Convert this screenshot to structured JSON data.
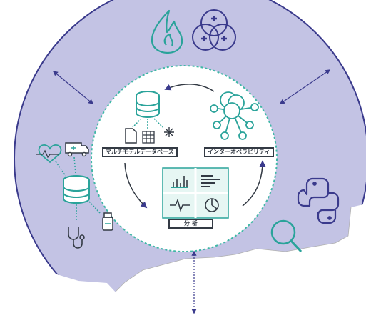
{
  "labels": {
    "multimodal_db": "マルチモデルデータベース",
    "interoperability": "インターオペラビリティ",
    "analysis": "分 析"
  },
  "colors": {
    "outer_ring": "#c3c3e4",
    "ring_stroke": "#3a3a8c",
    "inner_circle": "#ffffff",
    "inner_dash": "#3fb8a6",
    "icon_teal": "#2aa39a",
    "icon_navy": "#3a3a8c",
    "tile_fill": "#e6f6f3",
    "label_border": "#333a44"
  },
  "icons": [
    "flame-icon",
    "medical-cross-cluster-icon",
    "database-icon",
    "document-icon",
    "table-icon",
    "snowflake-icon",
    "network-graph-icon",
    "bar-chart-icon",
    "text-lines-icon",
    "waveform-icon",
    "pie-chart-icon",
    "heart-rate-icon",
    "ambulance-icon",
    "patient-database-icon",
    "stethoscope-icon",
    "pill-bottle-icon",
    "python-logo-icon",
    "magnifier-icon"
  ]
}
